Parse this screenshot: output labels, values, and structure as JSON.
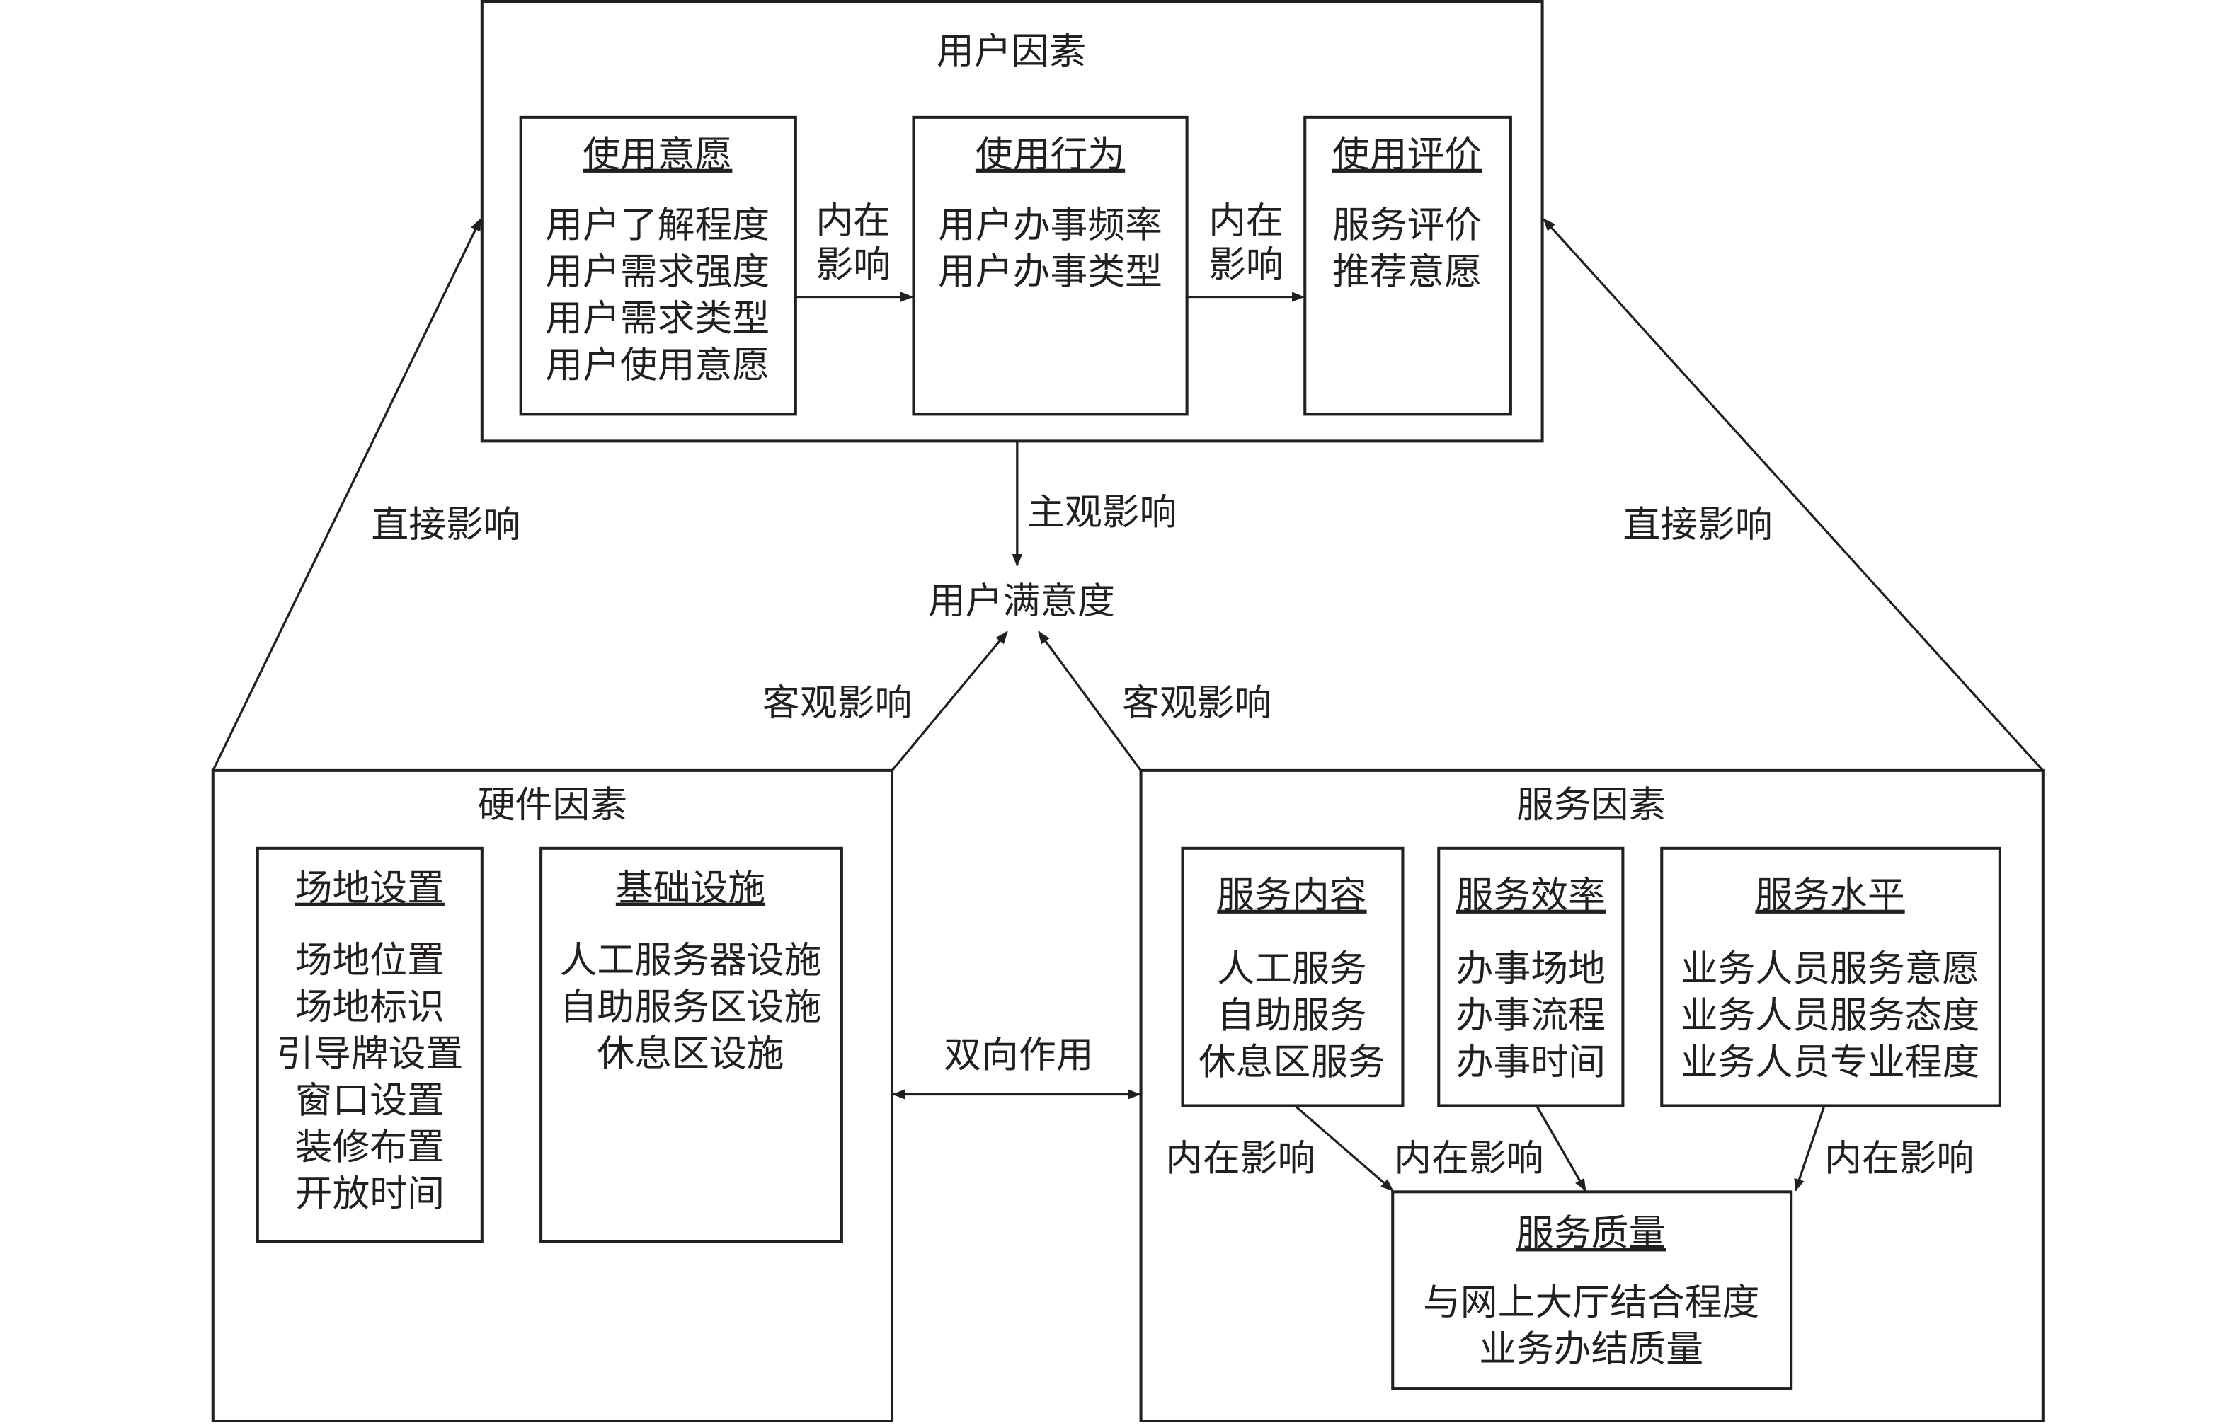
{
  "diagram": {
    "colors": {
      "stroke": "#231f20",
      "background": "#ffffff"
    },
    "user_factor": {
      "title": "用户因素",
      "groups": [
        {
          "heading": "使用意愿",
          "items": [
            "用户了解程度",
            "用户需求强度",
            "用户需求类型",
            "用户使用意愿"
          ]
        },
        {
          "heading": "使用行为",
          "items": [
            "用户办事频率",
            "用户办事类型"
          ]
        },
        {
          "heading": "使用评价",
          "items": [
            "服务评价",
            "推荐意愿"
          ]
        }
      ],
      "arrow_labels": [
        [
          "内在",
          "影响"
        ],
        [
          "内在",
          "影响"
        ]
      ]
    },
    "center": {
      "satisfaction": "用户满意度",
      "subjective": "主观影响",
      "objective_left": "客观影响",
      "objective_right": "客观影响",
      "direct_left": "直接影响",
      "direct_right": "直接影响",
      "bidirectional": "双向作用"
    },
    "hardware_factor": {
      "title": "硬件因素",
      "groups": [
        {
          "heading": "场地设置",
          "items": [
            "场地位置",
            "场地标识",
            "引导牌设置",
            "窗口设置",
            "装修布置",
            "开放时间"
          ]
        },
        {
          "heading": "基础设施",
          "items": [
            "人工服务器设施",
            "自助服务区设施",
            "休息区设施"
          ]
        }
      ]
    },
    "service_factor": {
      "title": "服务因素",
      "groups": [
        {
          "heading": "服务内容",
          "items": [
            "人工服务",
            "自助服务",
            "休息区服务"
          ]
        },
        {
          "heading": "服务效率",
          "items": [
            "办事场地",
            "办事流程",
            "办事时间"
          ]
        },
        {
          "heading": "服务水平",
          "items": [
            "业务人员服务意愿",
            "业务人员服务态度",
            "业务人员专业程度"
          ]
        }
      ],
      "quality": {
        "heading": "服务质量",
        "items": [
          "与网上大厅结合程度",
          "业务办结质量"
        ]
      },
      "arrow_labels": [
        "内在影响",
        "内在影响",
        "内在影响"
      ]
    }
  }
}
